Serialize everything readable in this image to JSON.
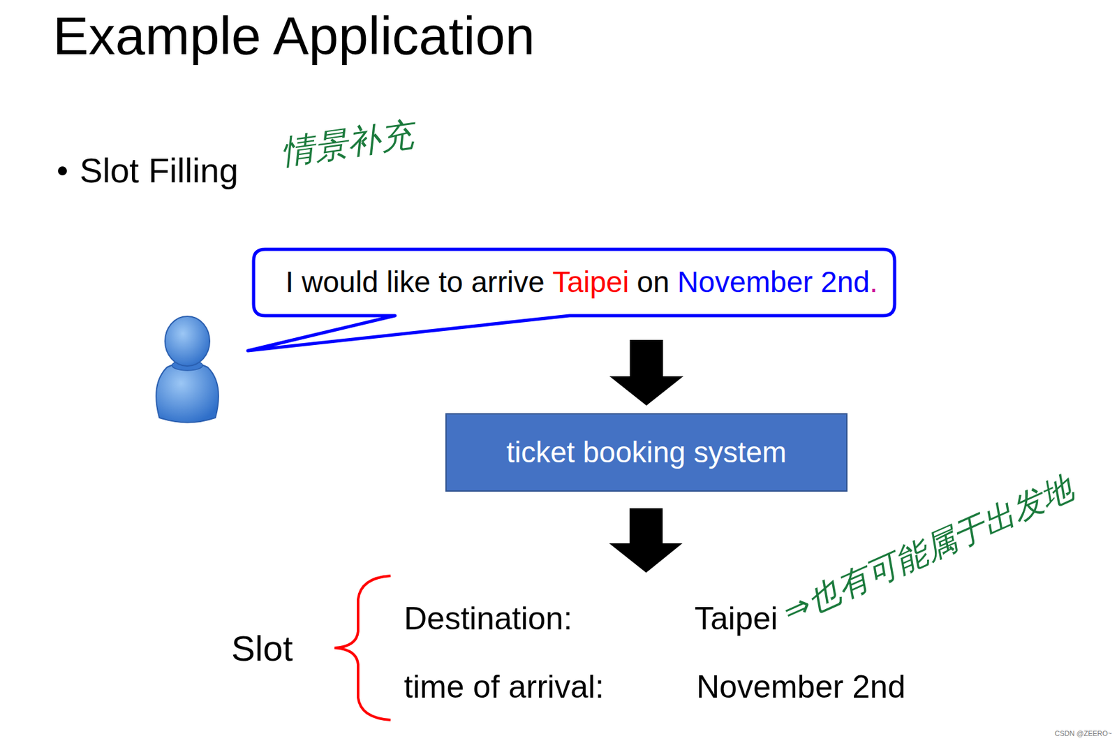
{
  "diagram": {
    "title": "Example Application",
    "nodes": [
      {
        "text": [
          "I would like to arrive",
          "Taipei",
          "on",
          "November 2nd",
          "."
        ]
      },
      {
        "text": [
          "ticket booking system"
        ]
      }
    ],
    "edges": [
      {
        "from": 0,
        "to": 1,
        "arrow": "to"
      }
    ],
    "labels": [
      "Slot Filling",
      "情景补充",
      "⇒也有可能属于出发地",
      "Slot",
      "Destination:",
      "Taipei",
      "time of arrival:",
      "November 2nd",
      "CSDN @ZEERO~"
    ]
  }
}
